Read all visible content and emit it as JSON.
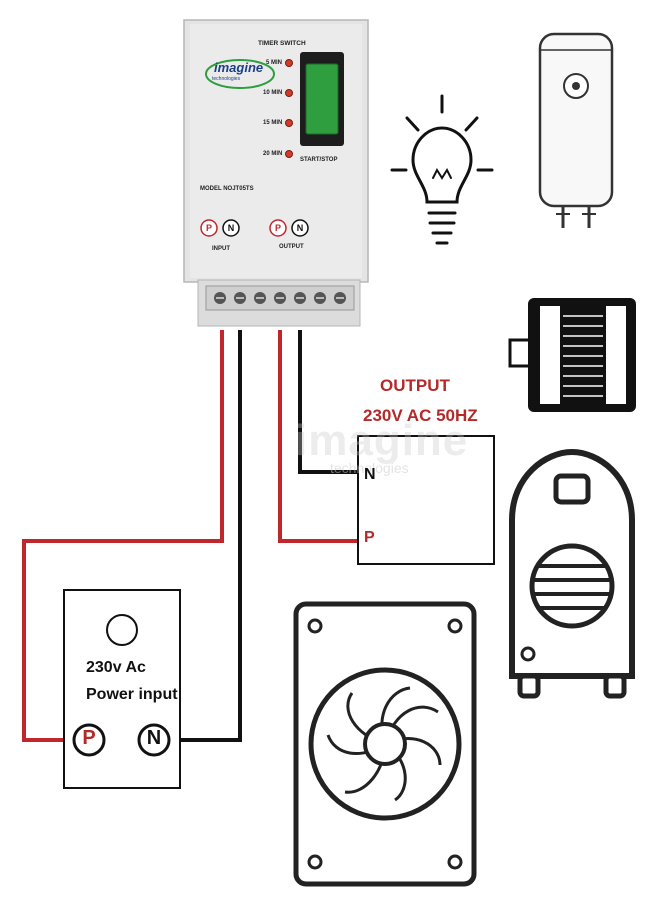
{
  "device": {
    "brand": "imagine",
    "brand_sub": "technologies",
    "timer_title": "TIMER SWITCH",
    "timer_options": [
      "5 MIN",
      "10 MIN",
      "15 MIN",
      "20 MIN"
    ],
    "button_label": "START/STOP",
    "model": "MODEL NOJT05TS",
    "input_label": "INPUT",
    "output_label": "OUTPUT",
    "terminal_p": "P",
    "terminal_n": "N"
  },
  "output_box": {
    "title": "OUTPUT",
    "spec": "230V AC 50HZ",
    "n_label": "N",
    "p_label": "P"
  },
  "power_input": {
    "line1": "230v Ac",
    "line2": "Power input",
    "p_label": "P",
    "n_label": "N"
  },
  "watermark": {
    "main": "imagine",
    "sub": "technologies"
  },
  "colors": {
    "live_wire": "#c0272d",
    "neutral_wire": "#111111",
    "output_text": "#b22a2a",
    "button_green": "#2e9e3e",
    "brand_blue": "#1c3f8a"
  },
  "icons": [
    "light-bulb-icon",
    "water-heater-icon",
    "motor-icon",
    "room-heater-icon",
    "exhaust-fan-icon"
  ]
}
